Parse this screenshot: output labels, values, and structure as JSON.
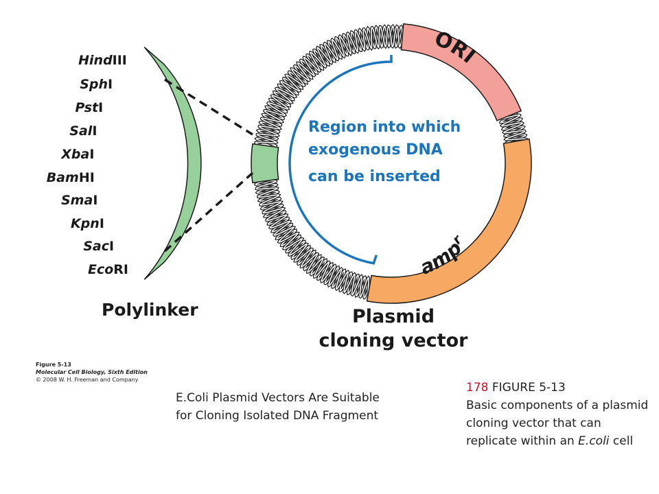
{
  "colors": {
    "ori": "#f4a09a",
    "ampr": "#f7a963",
    "polylinker": "#97d09b",
    "insert_bracket": "#1b75bc",
    "figure_number": "#c8102e"
  },
  "enzymes": [
    {
      "italic": "Hind",
      "rest": "III"
    },
    {
      "italic": "Sph",
      "rest": "I"
    },
    {
      "italic": "Pst",
      "rest": "I"
    },
    {
      "italic": "Sal",
      "rest": "I"
    },
    {
      "italic": "Xba",
      "rest": "I"
    },
    {
      "italic": "Bam",
      "rest": "HI"
    },
    {
      "italic": "Sma",
      "rest": "I"
    },
    {
      "italic": "Kpn",
      "rest": "I"
    },
    {
      "italic": "Sac",
      "rest": "I"
    },
    {
      "italic": "Eco",
      "rest": "RI"
    }
  ],
  "labels": {
    "ori": "ORI",
    "ampr_base": "amp",
    "ampr_sup": "r",
    "polylinker": "Polylinker",
    "plasmid_line1": "Plasmid",
    "plasmid_line2": "cloning vector",
    "region_line1": "Region into which",
    "region_line2": "exogenous DNA",
    "region_line3": "can  be inserted"
  },
  "credit": {
    "line1": "Figure 5-13",
    "line2": "Molecular Cell Biology, Sixth Edition",
    "line3": "© 2008 W. H. Freeman and Company"
  },
  "caption_left": "E.Coli Plasmid Vectors Are Suitable for Cloning Isolated DNA Fragment",
  "caption_right": {
    "number": "178",
    "figure": " FIGURE 5-13",
    "line2": "Basic components of a plasmid cloning vector that can replicate within an",
    "organism": "E.coli",
    "tail": " cell"
  }
}
